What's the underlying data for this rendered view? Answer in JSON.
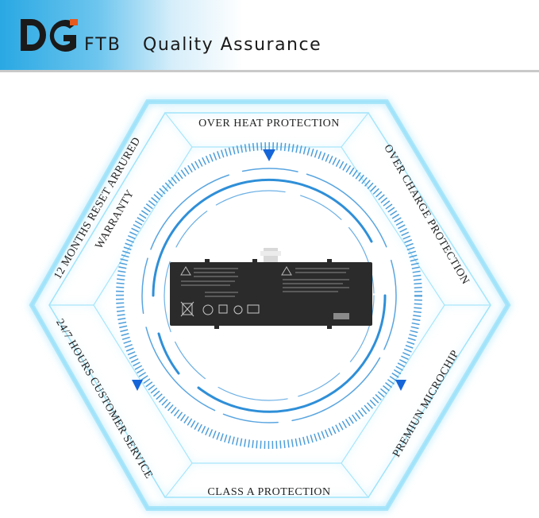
{
  "header": {
    "logo_text": "DG",
    "brand_suffix": "FTB",
    "title": "Quality Assurance"
  },
  "colors": {
    "header_blue": "#29a8e3",
    "glow_cyan": "#6fd3f5",
    "ring_blue": "#2f8fd8",
    "arrow_blue": "#1565d8",
    "battery_body": "#2b2b2b"
  },
  "hexagon": {
    "labels": {
      "top": "OVER HEAT PROTECTION",
      "upper_right": "OVER CHARGE PROTECTION",
      "lower_right": "PREMIUN MICROCHIP",
      "bottom": "CLASS A PROTECTION",
      "lower_left": "24/7 HOURS CUSTOMER SERVICE",
      "upper_left_line1": "12 MONTHS RESET ARRURED",
      "upper_left_line2": "WARRANTY"
    }
  },
  "product": {
    "name": "laptop-battery"
  }
}
